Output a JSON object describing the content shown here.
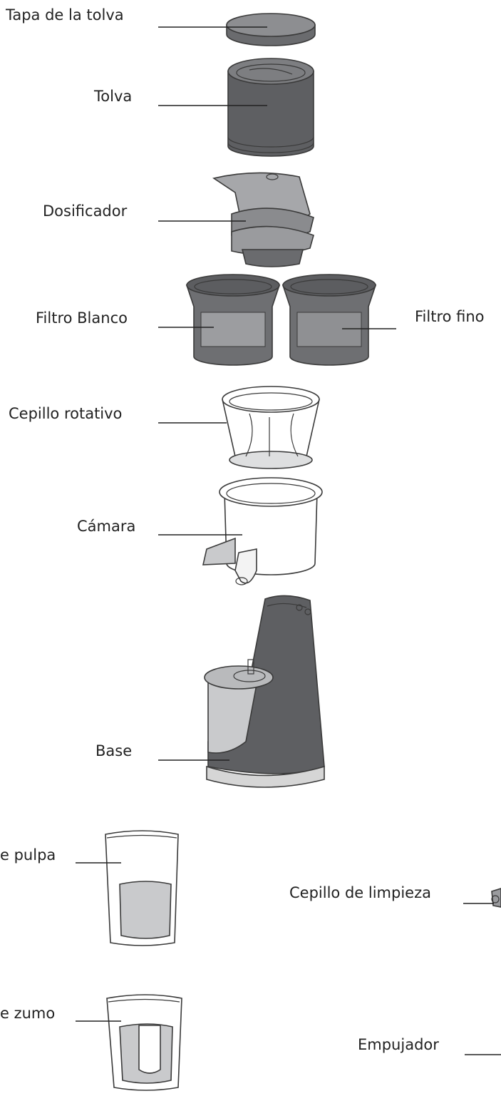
{
  "labels": {
    "hopper_lid": "Tapa de la tolva",
    "hopper": "Tolva",
    "auger": "Dosificador",
    "white_filter": "Filtro Blanco",
    "fine_filter": "Filtro fino",
    "rotating_brush": "Cepillo rotativo",
    "chamber": "Cámara",
    "base": "Base",
    "pulp_container": "e pulpa",
    "cleaning_brush": "Cepillo de limpieza",
    "juice_container": "e zumo",
    "pusher": "Empujador"
  },
  "colors": {
    "dark_part": "#5e5f62",
    "mid_part": "#8a8b8e",
    "light_part": "#c9cacc",
    "outline": "#3a3a3a"
  }
}
